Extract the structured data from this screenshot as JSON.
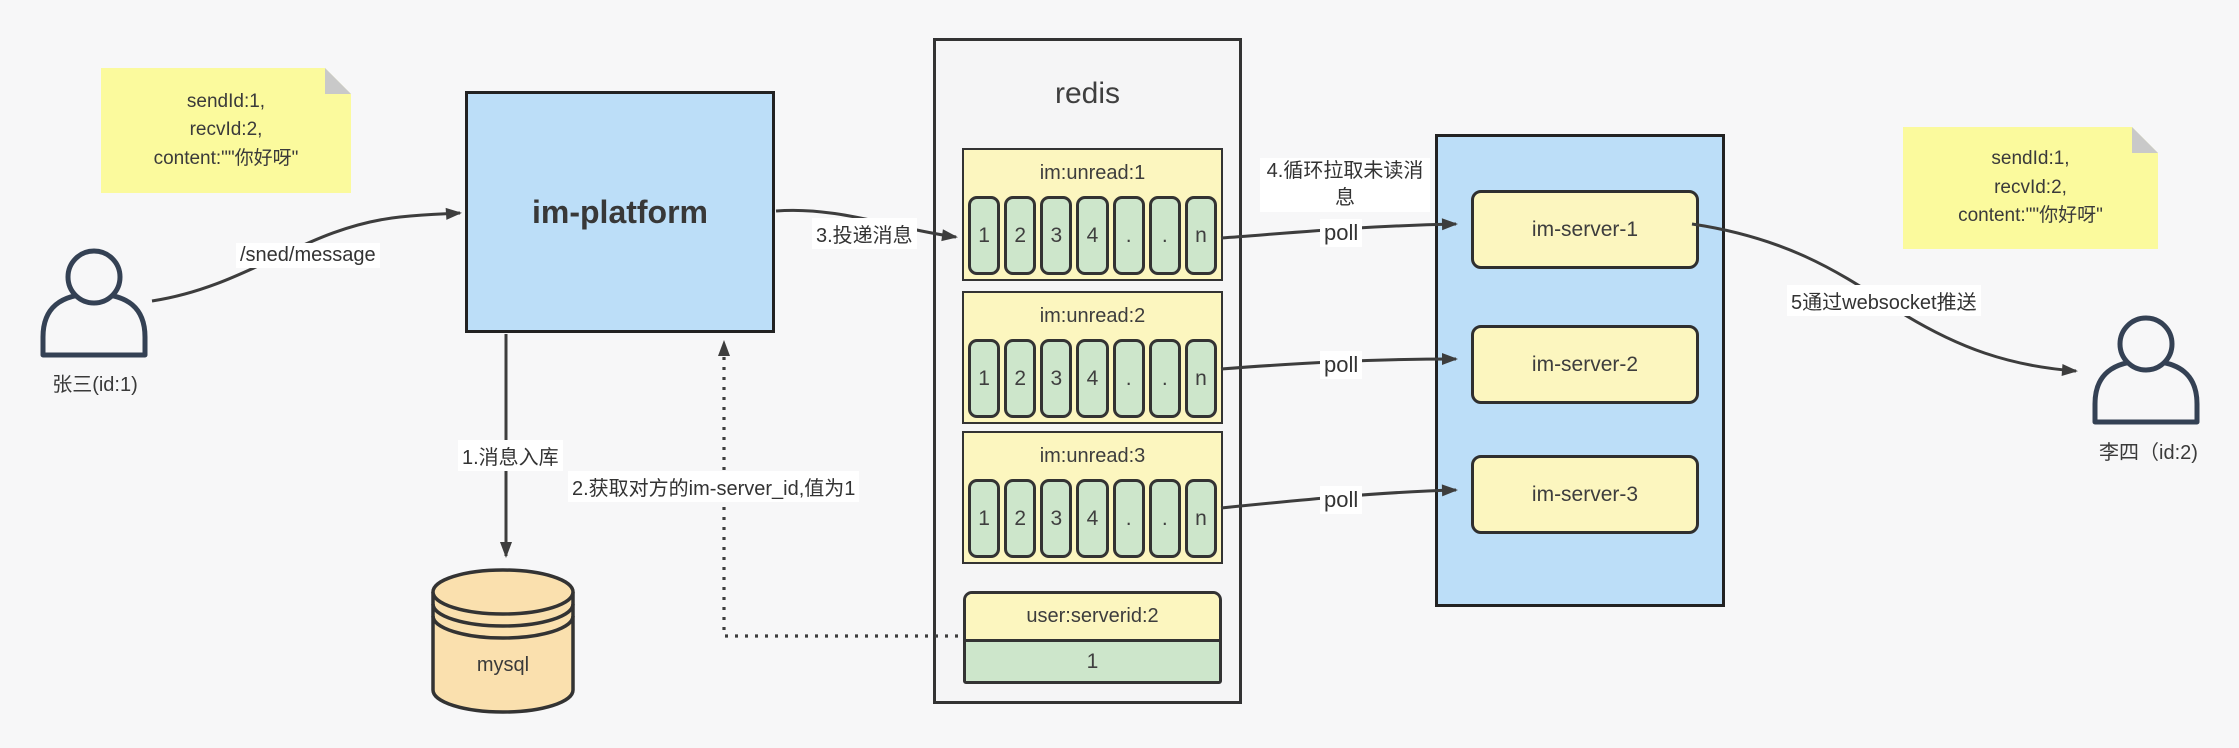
{
  "palette": {
    "canvas_bg": "#f7f7f8",
    "sticky_yellow": "#fbfa9d",
    "pale_yellow": "#fcf6bf",
    "cell_green": "#cde6cb",
    "node_blue": "#bcdef8",
    "db_orange": "#fae0ae",
    "container_gray": "#f5f5f6",
    "line_dark": "#3d3d3d"
  },
  "sticky_left": {
    "line1": "sendId:1,",
    "line2": "recvId:2,",
    "line3": "content:\"\"你好呀\""
  },
  "sticky_right": {
    "line1": "sendId:1,",
    "line2": "recvId:2,",
    "line3": "content:\"\"你好呀\""
  },
  "actors": {
    "sender": "张三(id:1)",
    "receiver": "李四（id:2)"
  },
  "platform": {
    "label": "im-platform"
  },
  "database": {
    "label": "mysql"
  },
  "redis": {
    "title": "redis",
    "queues": [
      {
        "name": "im:unread:1",
        "cells": [
          "1",
          "2",
          "3",
          "4",
          ".",
          ".",
          "n"
        ]
      },
      {
        "name": "im:unread:2",
        "cells": [
          "1",
          "2",
          "3",
          "4",
          ".",
          ".",
          "n"
        ]
      },
      {
        "name": "im:unread:3",
        "cells": [
          "1",
          "2",
          "3",
          "4",
          ".",
          ".",
          "n"
        ]
      }
    ],
    "kv": {
      "key": "user:serverid:2",
      "value": "1"
    }
  },
  "cluster": {
    "servers": [
      "im-server-1",
      "im-server-2",
      "im-server-3"
    ]
  },
  "edges": {
    "send": "/sned/message",
    "step1": "1.消息入库",
    "step2": "2.获取对方的im-server_id,值为1",
    "step3": "3.投递消息",
    "step4_line1": "4.循环拉取未读消",
    "step4_line2": "息",
    "poll": "poll",
    "step5": "5通过websocket推送"
  }
}
